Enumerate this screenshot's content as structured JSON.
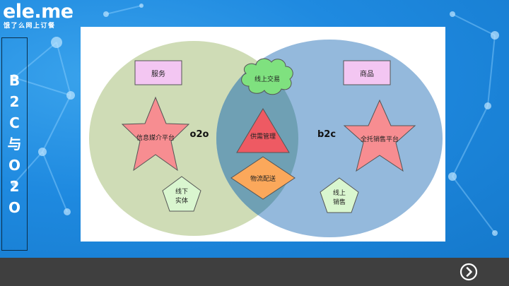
{
  "logo": {
    "name": "ele.me",
    "slogan": "饿了么网上订餐"
  },
  "side_title": [
    "B",
    "2",
    "C",
    "与",
    "O",
    "2",
    "O"
  ],
  "diagram": {
    "left_circle_label": "o2o",
    "right_circle_label": "b2c",
    "left_items": {
      "service": "服务",
      "media_platform": "信息媒介平台",
      "offline_entity_line1": "线下",
      "offline_entity_line2": "实体"
    },
    "center_items": {
      "online_trade": "线上交易",
      "supply_demand": "供需管理",
      "logistics": "物流配送"
    },
    "right_items": {
      "goods": "商品",
      "sales_platform": "全托销售平台",
      "online_sales_line1": "线上",
      "online_sales_line2": "销售"
    },
    "colors": {
      "left_circle": "#cfdcb6",
      "right_circle": "#94b9dc",
      "overlap": "#6fa0b4",
      "box_fill": "#f3c6f2",
      "star_fill": "#f78d91",
      "pentagon_fill": "#d9f6cf",
      "cloud_fill": "#7fe17f",
      "triangle_fill": "#ee5a63",
      "diamond_fill": "#fba85b"
    }
  },
  "footer": {
    "next_icon": "circle-chevron-right-icon"
  }
}
